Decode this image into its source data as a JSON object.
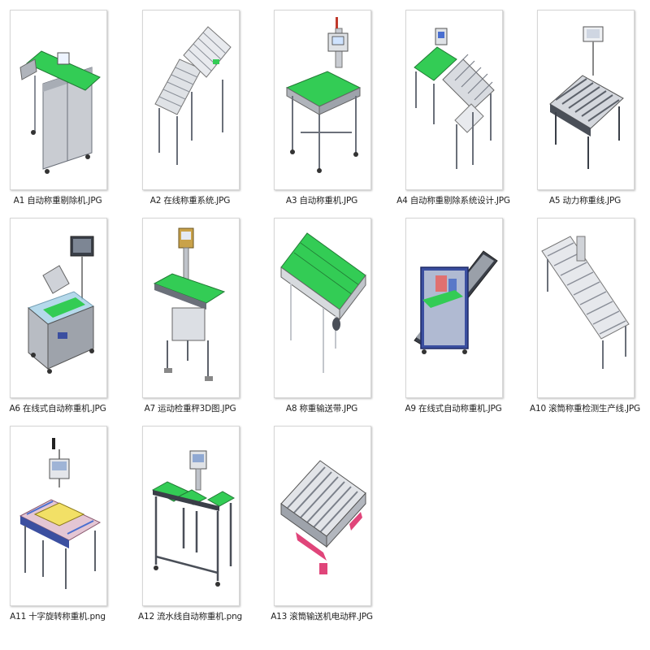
{
  "files": [
    {
      "name": "A1 自动称重剔除机.JPG",
      "thumb": "conveyor-reject-machine"
    },
    {
      "name": "A2 在线称重系统.JPG",
      "thumb": "inline-weighing-system"
    },
    {
      "name": "A3 自动称重机.JPG",
      "thumb": "auto-checkweigher"
    },
    {
      "name": "A4 自动称重剔除系统设计.JPG",
      "thumb": "reject-system-design"
    },
    {
      "name": "A5 动力称重线.JPG",
      "thumb": "powered-weighing-line"
    },
    {
      "name": "A6 在线式自动称重机.JPG",
      "thumb": "inline-auto-weigher"
    },
    {
      "name": "A7 运动检重秤3D图.JPG",
      "thumb": "dynamic-checkweigher-3d"
    },
    {
      "name": "A8 称重输送带.JPG",
      "thumb": "weighing-conveyor-belt"
    },
    {
      "name": "A9  在线式自动称重机.JPG",
      "thumb": "inline-auto-weigher-enclosed"
    },
    {
      "name": "A10 滚筒称重检测生产线.JPG",
      "thumb": "roller-inspection-line"
    },
    {
      "name": "A11 十字旋转称重机.png",
      "thumb": "cross-rotating-weigher"
    },
    {
      "name": "A12 流水线自动称重机.png",
      "thumb": "assembly-line-weigher"
    },
    {
      "name": "A13 滚筒输送机电动秤.JPG",
      "thumb": "roller-conveyor-scale"
    }
  ],
  "colors": {
    "belt_green": "#33cc55",
    "frame_gray": "#8a8f98",
    "frame_light": "#c9ccd2",
    "frame_dark": "#4a4f58",
    "panel_blue": "#3b4fa0",
    "accent_pink": "#e0457a"
  }
}
